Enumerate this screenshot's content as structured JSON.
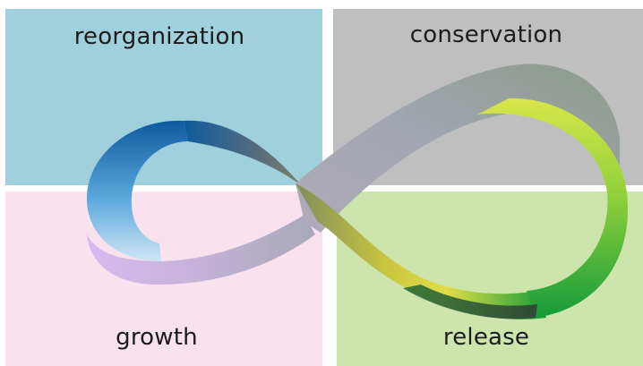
{
  "quadrants": {
    "reorganization": {
      "label": "reorganization",
      "color": "#9fd0dc"
    },
    "conservation": {
      "label": "conservation",
      "color": "#bfbfbf"
    },
    "growth": {
      "label": "growth",
      "color": "#f9e1ee"
    },
    "release": {
      "label": "release",
      "color": "#cde4ad"
    }
  },
  "loop_colors": {
    "blue_dark": "#0f5a9e",
    "blue_light": "#cfe6f5",
    "lavender": "#d9b9f0",
    "grey": "#9ea3ad",
    "olive": "#7f8e5c",
    "yellow": "#e2de45",
    "green": "#159b3a",
    "green_light": "#8fd03a",
    "dark_shadow": "#2f3a33"
  }
}
